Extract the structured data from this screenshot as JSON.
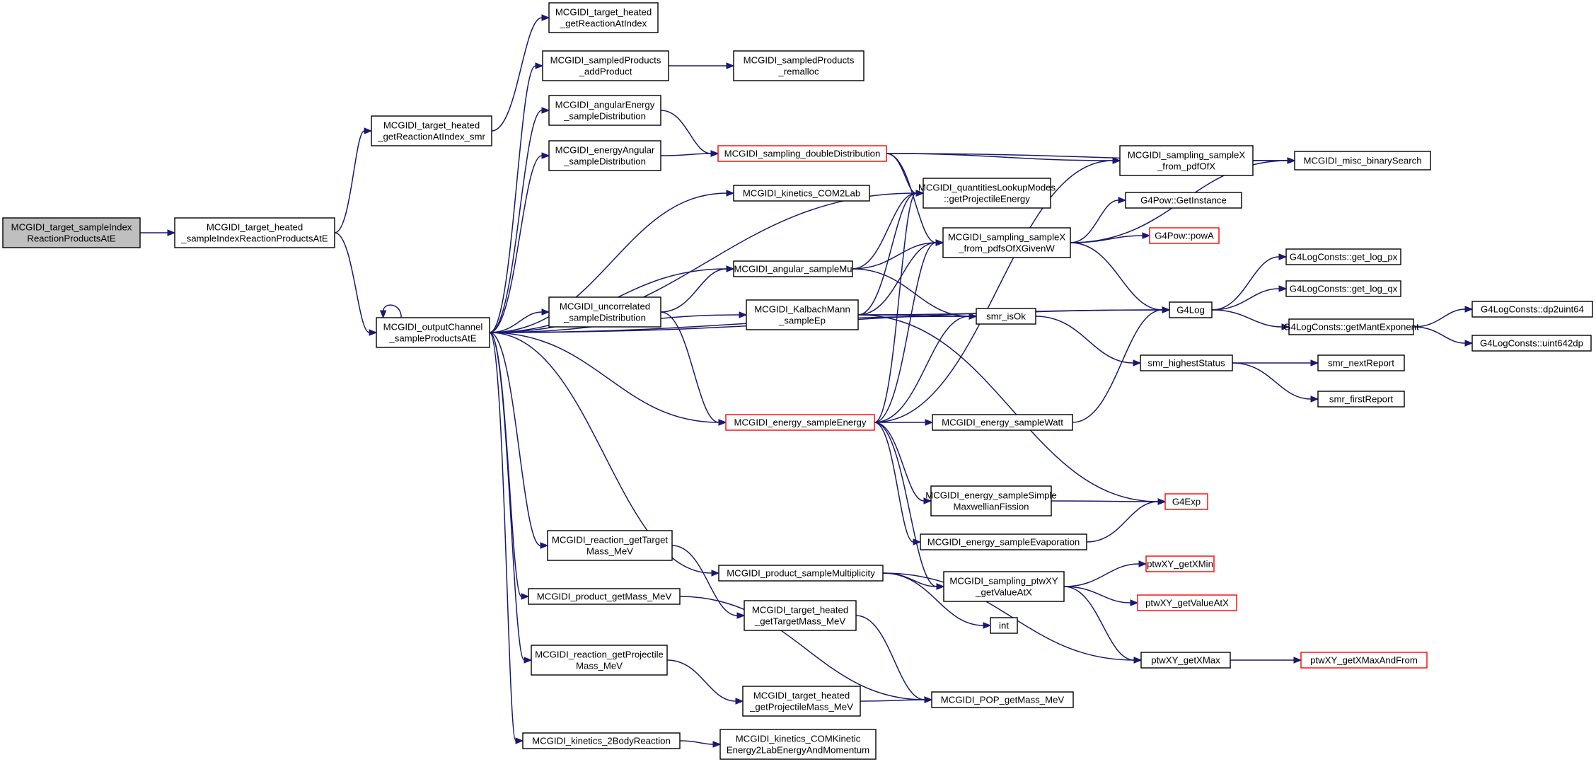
{
  "graph": {
    "colors": {
      "edge": "#191970",
      "border_default": "#000000",
      "border_truncated": "#ff0000",
      "fill_root": "#bfbfbf",
      "fill_default": "#ffffff"
    },
    "nodes": [
      {
        "id": "root",
        "lines": [
          "MCGIDI_target_sampleIndex",
          "ReactionProductsAtE"
        ],
        "style": "root"
      },
      {
        "id": "th_sample",
        "lines": [
          "MCGIDI_target_heated",
          "_sampleIndexReactionProductsAtE"
        ]
      },
      {
        "id": "th_smr",
        "lines": [
          "MCGIDI_target_heated",
          "_getReactionAtIndex_smr"
        ]
      },
      {
        "id": "th_getR",
        "lines": [
          "MCGIDI_target_heated",
          "_getReactionAtIndex"
        ]
      },
      {
        "id": "oc",
        "lines": [
          "MCGIDI_outputChannel",
          "_sampleProductsAtE"
        ]
      },
      {
        "id": "sp_add",
        "lines": [
          "MCGIDI_sampledProducts",
          "_addProduct"
        ]
      },
      {
        "id": "sp_realloc",
        "lines": [
          "MCGIDI_sampledProducts",
          "_remalloc"
        ]
      },
      {
        "id": "ae",
        "lines": [
          "MCGIDI_angularEnergy",
          "_sampleDistribution"
        ]
      },
      {
        "id": "ea",
        "lines": [
          "MCGIDI_energyAngular",
          "_sampleDistribution"
        ]
      },
      {
        "id": "sdd",
        "lines": [
          "MCGIDI_sampling_doubleDistribution"
        ],
        "style": "truncated"
      },
      {
        "id": "com2lab",
        "lines": [
          "MCGIDI_kinetics_COM2Lab"
        ]
      },
      {
        "id": "qlm",
        "lines": [
          "MCGIDI_quantitiesLookupModes",
          "::getProjectileEnergy"
        ]
      },
      {
        "id": "ssx",
        "lines": [
          "MCGIDI_sampling_sampleX",
          "_from_pdfOfX"
        ]
      },
      {
        "id": "bsearch",
        "lines": [
          "MCGIDI_misc_binarySearch"
        ]
      },
      {
        "id": "g4pow_gi",
        "lines": [
          "G4Pow::GetInstance"
        ]
      },
      {
        "id": "ssxg",
        "lines": [
          "MCGIDI_sampling_sampleX",
          "_from_pdfsOfXGivenW"
        ]
      },
      {
        "id": "g4pow_powa",
        "lines": [
          "G4Pow::powA"
        ],
        "style": "truncated"
      },
      {
        "id": "ang_mu",
        "lines": [
          "MCGIDI_angular_sampleMu"
        ]
      },
      {
        "id": "unc",
        "lines": [
          "MCGIDI_uncorrelated",
          "_sampleDistribution"
        ]
      },
      {
        "id": "km",
        "lines": [
          "MCGIDI_KalbachMann",
          "_sampleEp"
        ]
      },
      {
        "id": "smr_isok",
        "lines": [
          "smr_isOk"
        ]
      },
      {
        "id": "g4log",
        "lines": [
          "G4Log"
        ]
      },
      {
        "id": "g4lc_px",
        "lines": [
          "G4LogConsts::get_log_px"
        ]
      },
      {
        "id": "g4lc_qx",
        "lines": [
          "G4LogConsts::get_log_qx"
        ]
      },
      {
        "id": "g4lc_me",
        "lines": [
          "G4LogConsts::getMantExponent"
        ]
      },
      {
        "id": "g4lc_dp",
        "lines": [
          "G4LogConsts::dp2uint64"
        ]
      },
      {
        "id": "g4lc_ui",
        "lines": [
          "G4LogConsts::uint642dp"
        ]
      },
      {
        "id": "smr_hs",
        "lines": [
          "smr_highestStatus"
        ]
      },
      {
        "id": "smr_nr",
        "lines": [
          "smr_nextReport"
        ]
      },
      {
        "id": "smr_fr",
        "lines": [
          "smr_firstReport"
        ]
      },
      {
        "id": "en_se",
        "lines": [
          "MCGIDI_energy_sampleEnergy"
        ],
        "style": "truncated"
      },
      {
        "id": "en_watt",
        "lines": [
          "MCGIDI_energy_sampleWatt"
        ]
      },
      {
        "id": "en_smf",
        "lines": [
          "MCGIDI_energy_sampleSimple",
          "MaxwellianFission"
        ]
      },
      {
        "id": "g4exp",
        "lines": [
          "G4Exp"
        ],
        "style": "truncated"
      },
      {
        "id": "en_evap",
        "lines": [
          "MCGIDI_energy_sampleEvaporation"
        ]
      },
      {
        "id": "r_tm",
        "lines": [
          "MCGIDI_reaction_getTarget",
          "Mass_MeV"
        ]
      },
      {
        "id": "psm",
        "lines": [
          "MCGIDI_product_sampleMultiplicity"
        ]
      },
      {
        "id": "spxy",
        "lines": [
          "MCGIDI_sampling_ptwXY",
          "_getValueAtX"
        ]
      },
      {
        "id": "xmin",
        "lines": [
          "ptwXY_getXMin"
        ],
        "style": "truncated"
      },
      {
        "id": "vax",
        "lines": [
          "ptwXY_getValueAtX"
        ],
        "style": "truncated"
      },
      {
        "id": "th_tm",
        "lines": [
          "MCGIDI_target_heated",
          "_getTargetMass_MeV"
        ]
      },
      {
        "id": "int",
        "lines": [
          "int"
        ]
      },
      {
        "id": "p_mass",
        "lines": [
          "MCGIDI_product_getMass_MeV"
        ]
      },
      {
        "id": "xmax",
        "lines": [
          "ptwXY_getXMax"
        ]
      },
      {
        "id": "xmaxf",
        "lines": [
          "ptwXY_getXMaxAndFrom"
        ],
        "style": "truncated"
      },
      {
        "id": "r_pm",
        "lines": [
          "MCGIDI_reaction_getProjectile",
          "Mass_MeV"
        ]
      },
      {
        "id": "th_pm",
        "lines": [
          "MCGIDI_target_heated",
          "_getProjectileMass_MeV"
        ]
      },
      {
        "id": "pop",
        "lines": [
          "MCGIDI_POP_getMass_MeV"
        ]
      },
      {
        "id": "k2b",
        "lines": [
          "MCGIDI_kinetics_2BodyReaction"
        ]
      },
      {
        "id": "kcom",
        "lines": [
          "MCGIDI_kinetics_COMKinetic",
          "Energy2LabEnergyAndMomentum"
        ]
      }
    ],
    "edges": [
      [
        "root",
        "th_sample"
      ],
      [
        "th_sample",
        "th_smr"
      ],
      [
        "th_sample",
        "oc"
      ],
      [
        "th_smr",
        "th_getR"
      ],
      [
        "oc",
        "oc"
      ],
      [
        "oc",
        "sp_add"
      ],
      [
        "oc",
        "ae"
      ],
      [
        "oc",
        "ea"
      ],
      [
        "oc",
        "com2lab"
      ],
      [
        "oc",
        "qlm"
      ],
      [
        "oc",
        "ang_mu"
      ],
      [
        "oc",
        "unc"
      ],
      [
        "oc",
        "km"
      ],
      [
        "oc",
        "smr_isok"
      ],
      [
        "oc",
        "en_se"
      ],
      [
        "oc",
        "g4log"
      ],
      [
        "oc",
        "r_tm"
      ],
      [
        "oc",
        "psm"
      ],
      [
        "oc",
        "p_mass"
      ],
      [
        "oc",
        "r_pm"
      ],
      [
        "oc",
        "k2b"
      ],
      [
        "sp_add",
        "sp_realloc"
      ],
      [
        "ae",
        "sdd"
      ],
      [
        "ea",
        "sdd"
      ],
      [
        "sdd",
        "ssx"
      ],
      [
        "sdd",
        "bsearch"
      ],
      [
        "sdd",
        "qlm"
      ],
      [
        "sdd",
        "ssxg"
      ],
      [
        "ssx",
        "bsearch"
      ],
      [
        "ssxg",
        "bsearch"
      ],
      [
        "ssxg",
        "g4pow_gi"
      ],
      [
        "ssxg",
        "g4pow_powa"
      ],
      [
        "ssxg",
        "g4log"
      ],
      [
        "ang_mu",
        "qlm"
      ],
      [
        "ang_mu",
        "ssxg"
      ],
      [
        "ang_mu",
        "smr_isok"
      ],
      [
        "unc",
        "ang_mu"
      ],
      [
        "unc",
        "en_se"
      ],
      [
        "km",
        "qlm"
      ],
      [
        "km",
        "ssxg"
      ],
      [
        "km",
        "smr_isok"
      ],
      [
        "km",
        "g4log"
      ],
      [
        "km",
        "g4exp"
      ],
      [
        "smr_isok",
        "smr_hs"
      ],
      [
        "smr_hs",
        "smr_nr"
      ],
      [
        "smr_hs",
        "smr_fr"
      ],
      [
        "g4log",
        "g4lc_px"
      ],
      [
        "g4log",
        "g4lc_qx"
      ],
      [
        "g4log",
        "g4lc_me"
      ],
      [
        "g4lc_me",
        "g4lc_dp"
      ],
      [
        "g4lc_me",
        "g4lc_ui"
      ],
      [
        "en_se",
        "qlm"
      ],
      [
        "en_se",
        "ssx"
      ],
      [
        "en_se",
        "ssxg"
      ],
      [
        "en_se",
        "smr_isok"
      ],
      [
        "en_se",
        "en_watt"
      ],
      [
        "en_se",
        "en_smf"
      ],
      [
        "en_se",
        "en_evap"
      ],
      [
        "en_se",
        "spxy"
      ],
      [
        "en_watt",
        "g4log"
      ],
      [
        "en_smf",
        "g4exp"
      ],
      [
        "en_evap",
        "g4exp"
      ],
      [
        "r_tm",
        "th_tm"
      ],
      [
        "th_tm",
        "pop"
      ],
      [
        "p_mass",
        "pop"
      ],
      [
        "r_pm",
        "th_pm"
      ],
      [
        "th_pm",
        "pop"
      ],
      [
        "psm",
        "spxy"
      ],
      [
        "psm",
        "int"
      ],
      [
        "psm",
        "xmax"
      ],
      [
        "spxy",
        "xmin"
      ],
      [
        "spxy",
        "vax"
      ],
      [
        "spxy",
        "xmax"
      ],
      [
        "xmax",
        "xmaxf"
      ],
      [
        "k2b",
        "kcom"
      ]
    ]
  }
}
